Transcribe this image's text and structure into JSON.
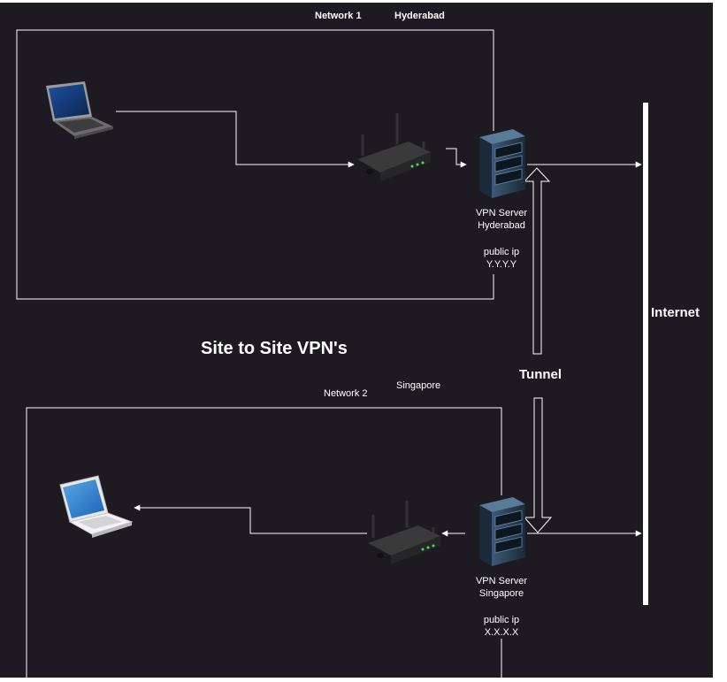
{
  "diagram": {
    "title": "Site to Site VPN's",
    "internet_label": "Internet",
    "tunnel_label": "Tunnel",
    "network1": {
      "name": "Network 1",
      "city": "Hyderabad",
      "server_label_line1": "VPN Server",
      "server_label_line2": "Hyderabad",
      "ip_label": "public ip",
      "ip_value": "Y.Y.Y.Y"
    },
    "network2": {
      "name": "Network 2",
      "city": "Singapore",
      "server_label_line1": "VPN Server",
      "server_label_line2": "Singapore",
      "ip_label": "public ip",
      "ip_value": "X.X.X.X"
    },
    "colors": {
      "background": "#1e1a22",
      "line": "#ffffff",
      "laptop_screen_dark": "#1f4f9c",
      "laptop_screen_light": "#5aa8e6",
      "server_body": "#2c3e50",
      "router_body": "#2a2a2a"
    }
  }
}
